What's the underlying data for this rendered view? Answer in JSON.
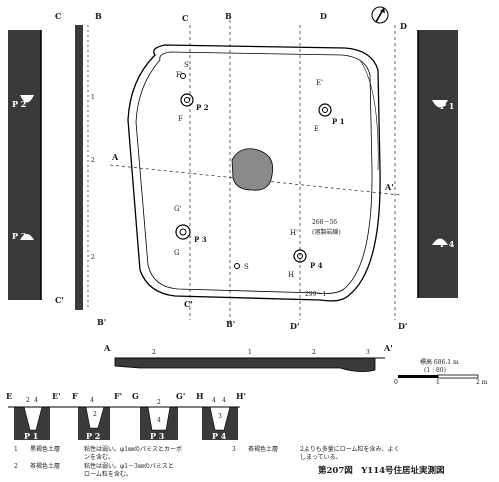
{
  "plan_labels": {
    "B_top": "B",
    "B_bottom": "B'",
    "C_top": "C",
    "C_bottom": "C'",
    "D_top": "D",
    "D_bottom": "D'",
    "A_left": "A",
    "A_right": "A'",
    "E": "E",
    "E_prime": "E'",
    "F": "F",
    "F_prime": "F'",
    "G": "G",
    "G_prime": "G'",
    "H": "H",
    "H_prime": "H'",
    "p1": "P 1",
    "p2": "P 2",
    "p3": "P 3",
    "p4": "P 4",
    "s1": "S",
    "s2": "S",
    "note_elev": "268－56",
    "note_sub": "(溶製岩線)",
    "note_bottom": "299－1"
  },
  "side_sections": {
    "left_p2": "P 2",
    "left_p3": "P 3",
    "right_p1": "P 1",
    "right_p4": "P 4",
    "num_1": "1",
    "num_2": "2",
    "num_3": "2"
  },
  "a_section": {
    "left": "A",
    "right": "A'",
    "layer_numbers": [
      "2",
      "1",
      "2",
      "3"
    ]
  },
  "scale": {
    "elevation": "標高 686.1 m",
    "ratio": "(1 : 80)",
    "zero": "0",
    "one": "1",
    "two": "2 m"
  },
  "pit_sections": {
    "headers": [
      "E",
      "E'",
      "F",
      "F'",
      "G",
      "G'",
      "H",
      "H'"
    ],
    "pits": [
      {
        "name": "P 1",
        "layers": [
          "2",
          "4"
        ]
      },
      {
        "name": "P 2",
        "layers": [
          "4",
          "2"
        ]
      },
      {
        "name": "P 3",
        "layers": [
          "2",
          "4"
        ]
      },
      {
        "name": "P 4",
        "layers": [
          "4",
          "4",
          "3"
        ]
      }
    ]
  },
  "legend": [
    {
      "num": "1",
      "name": "黒褐色土層",
      "desc": "粘性は弱い。φ1㎜のパミスとカーボ",
      "desc2": "ンを含む。"
    },
    {
      "num": "2",
      "name": "茶褐色土層",
      "desc": "粘性は弱い。φ1－3㎜のパミスと",
      "desc2": "ローム粒を含む。"
    },
    {
      "num": "3",
      "name": "茶褐色土層",
      "desc": "2よりも多量にローム粒を含み、よく",
      "desc2": "しまっている。"
    }
  ],
  "caption": "第207図　Y114号住居址実測図",
  "colors": {
    "ink": "#1a1a1a",
    "shade": "#3a3a3a",
    "hearth": "#8a8a8a"
  }
}
